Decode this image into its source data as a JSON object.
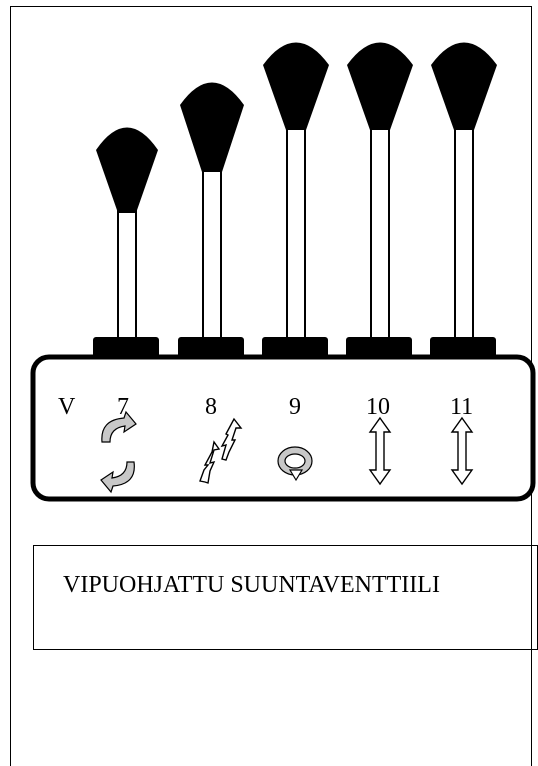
{
  "panel": {
    "prefix_label": "V",
    "levers": [
      {
        "number": "7",
        "symbol": "rotate-arrows-icon"
      },
      {
        "number": "8",
        "symbol": "diagonal-arrows-icon"
      },
      {
        "number": "9",
        "symbol": "swivel-icon"
      },
      {
        "number": "10",
        "symbol": "up-down-arrow-icon"
      },
      {
        "number": "11",
        "symbol": "up-down-arrow-icon"
      }
    ]
  },
  "title": {
    "text": "VIPUOHJATTU SUUNTAVENTTIILI"
  },
  "colors": {
    "knob": "#000000",
    "panel_border": "#000000",
    "symbol_fill": "#c8c8c8",
    "background": "#ffffff"
  }
}
